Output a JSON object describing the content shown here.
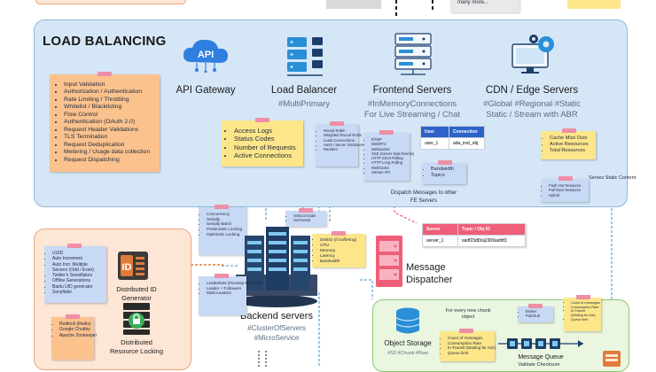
{
  "top_strip": {
    "many_more": "many more..."
  },
  "load_balancing": {
    "title": "LOAD BALANCING",
    "api_gateway": {
      "icon_text": "API",
      "name": "API Gateway",
      "features": [
        "Input Validation",
        "Authorization / Authentication",
        "Rate Limiting / Throttling",
        "Whitelist / Blacklisting",
        "Flow Control",
        "Authentication (OAuth 2.0)",
        "Request Header Validations",
        "TLS Termination",
        "Request Deduplication",
        "Metering / Usage data collection",
        "Request Dispatching"
      ],
      "logs": [
        "Access Logs",
        "Status Codes",
        "Number of Requests",
        "Active Connections"
      ]
    },
    "load_balancer": {
      "name": "Load Balancer",
      "tag": "#MultiPrimary",
      "algorithms": [
        "Round Robin",
        "Weighted Round Robin",
        "Least Connections",
        "Hash / Server Stickiness",
        "Random"
      ]
    },
    "frontend": {
      "name": "Frontend Servers",
      "tag": "#InMemoryConnections",
      "tag2": "For Live Streaming / Chat",
      "protocols": [
        "RTMP",
        "WebRTC",
        "Websocket",
        "SSE (Server Side Events)",
        "HTTP Short Polling",
        "HTTP Long Polling",
        "Webhooks",
        "Stream API"
      ],
      "table": {
        "headers": [
          "User",
          "Connection"
        ],
        "rows": [
          [
            "user_1",
            "ada_inst_obj"
          ]
        ]
      },
      "metrics": [
        "Bandwidth",
        "Topics"
      ]
    },
    "cdn": {
      "name": "CDN / Edge Servers",
      "tag": "#Global #Regional #Static",
      "tag2": "Static / Stream with ABR",
      "cache_metrics": [
        "Cache Miss Outs",
        "Active Resources",
        "Total Resources"
      ],
      "push_pull": [
        "Push Hot Resource",
        "Pull Rare Resource",
        "Hybrid"
      ],
      "serves_static": "Serves Static Content"
    },
    "dispatch_label": "Dispatch Messages to other FE Servers"
  },
  "backend": {
    "name": "Backend servers",
    "tag": "#ClusterOfServers",
    "tag2": "#MicroService",
    "concurrency": [
      "Concurrency",
      "Serially",
      "Serially Batch",
      "Pessimistic Locking",
      "Optimistic Locking"
    ],
    "scaling": [
      "Vertical Scale",
      "Horizontal"
    ],
    "resources": [
      "DiskIO (if buffering)",
      "CPU",
      "Memory",
      "Latency",
      "Bandwidth"
    ],
    "leadership": [
      "Leaderless (#Gossip Protocol)",
      "Leader + Followers",
      "Multi-Leaders"
    ]
  },
  "message_dispatcher": {
    "name": "Message",
    "name2": "Dispatcher",
    "table": {
      "headers": [
        "Server",
        "Topic / Obj ID"
      ],
      "rows": [
        [
          "server_1",
          "asdf23df3oj2309asfdf3"
        ]
      ]
    }
  },
  "id_generator": {
    "icon_text": "ID",
    "name": "Distributed ID",
    "name2": "Generator",
    "methods": [
      "UUID",
      "Auto Increment",
      "Auto Incr. Multiple Servers (Odd / Even)",
      "Twitter's Snowflakes",
      "Offline Generations",
      "Baidu UID generator",
      "Sonyflake"
    ]
  },
  "locking": {
    "name": "Distributed",
    "name2": "Resource Locking",
    "tools": [
      "Redlock (Redis)",
      "Google Chubby",
      "Apache Zookeeper"
    ]
  },
  "storage": {
    "object_storage": "Object Storage",
    "tag": "#S3 #Chunk #Raw",
    "chunk_label": "For every new chunk object",
    "metrics": [
      "Count of messages",
      "Consumption Rate",
      "In-Transit (Waiting for Ack)",
      "Queue limit"
    ],
    "queue_name": "Message Queue",
    "queue_modes": [
      "Broker",
      "Pub/Sub"
    ],
    "queue_metrics": [
      "Count of messages",
      "Consumption Rate",
      "In-Transit (Waiting for Ack)",
      "Queue limit"
    ],
    "validate_label": "Validate Checksum"
  },
  "colors": {
    "lb_bg": "#d5e7f7",
    "orange_bg": "#fde6d6",
    "green_bg": "#eaf6e0",
    "accent_blue": "#2d63c8",
    "accent_pink": "#ef5e78"
  }
}
